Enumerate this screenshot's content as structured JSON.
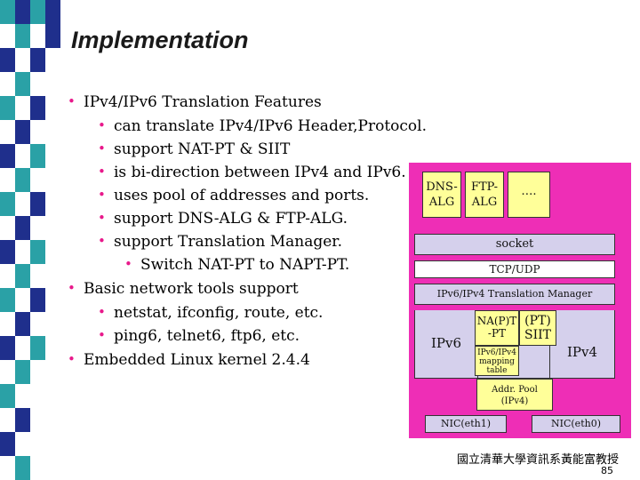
{
  "title": "Implementation",
  "bullets": [
    "IPv4/IPv6 Translation Features",
    "can translate IPv4/IPv6 Header,Protocol.",
    "support NAT-PT & SIIT",
    "is bi-direction between IPv4 and IPv6.",
    "uses pool of addresses and ports.",
    "support DNS-ALG & FTP-ALG.",
    "support Translation Manager.",
    "Switch NAT-PT to NAPT-PT.",
    "Basic network tools support",
    "netstat, ifconfig, route, etc.",
    "ping6, telnet6, ftp6, etc.",
    "Embedded Linux kernel 2.4.4"
  ],
  "diagram": {
    "dns_alg": "DNS-ALG",
    "dns_alg_l1": "DNS-",
    "dns_alg_l2": "ALG",
    "ftp_alg_l1": "FTP-",
    "ftp_alg_l2": "ALG",
    "dots": "….",
    "socket": "socket",
    "tcp_udp": "TCP/UDP",
    "translation_manager": "IPv6/IPv4 Translation Manager",
    "napt_l1": "NA(P)T",
    "napt_l2": "-PT",
    "pt_l1": "(PT)",
    "pt_l2": "SIIT",
    "mapping_l1": "IPv6/IPv4",
    "mapping_l2": "mapping",
    "mapping_l3": "table",
    "ipv6": "IPv6",
    "ipv4": "IPv4",
    "pool_l1": "Addr. Pool",
    "pool_l2": "(IPv4)",
    "nic1": "NIC(eth1)",
    "nic0": "NIC(eth0)"
  },
  "footer": "國立清華大學資訊系黃能富教授",
  "page_number": "85",
  "colors": {
    "bullet": "#e8198b",
    "square_blue": "#1f2f8c",
    "square_teal": "#2aa1a6",
    "diagram_bg": "#ee2eb6",
    "yellow": "#ffff99",
    "lavender": "#d5d0ec"
  }
}
